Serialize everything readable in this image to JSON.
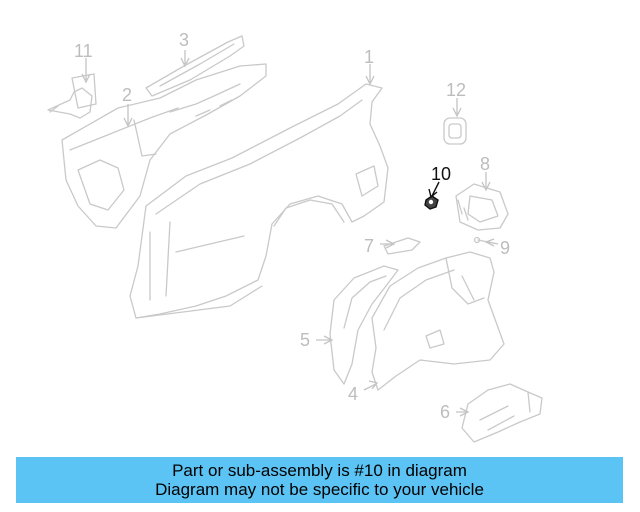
{
  "callouts": {
    "c1": "1",
    "c2": "2",
    "c3": "3",
    "c4": "4",
    "c5": "5",
    "c6": "6",
    "c7": "7",
    "c8": "8",
    "c9": "9",
    "c10": "10",
    "c11": "11",
    "c12": "12"
  },
  "highlighted_part": "10",
  "banner": {
    "line1": "Part or sub-assembly is #10 in diagram",
    "line2": "Diagram may not be specific to your vehicle"
  },
  "colors": {
    "banner": "#5cc4f5",
    "highlight": "#111111",
    "ghost": "#c9c9c9"
  }
}
